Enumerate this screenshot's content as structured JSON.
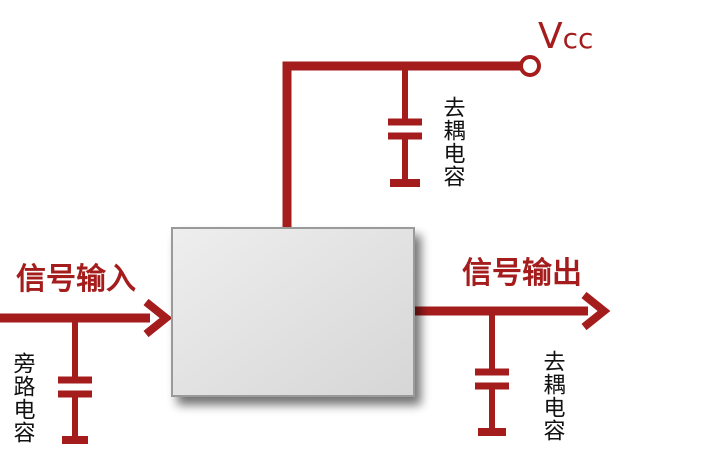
{
  "colors": {
    "wire": "#a51c1c",
    "chip_fill": "#e2e2e2",
    "chip_border": "#9a9a9a",
    "text": "#111111"
  },
  "labels": {
    "vcc_main": "V",
    "vcc_sub": "cc",
    "signal_input": "信号输入",
    "signal_output": "信号输出",
    "bypass_cap": "旁路电容",
    "decoupling_cap_top": "去耦电容",
    "decoupling_cap_right": "去耦电容"
  }
}
